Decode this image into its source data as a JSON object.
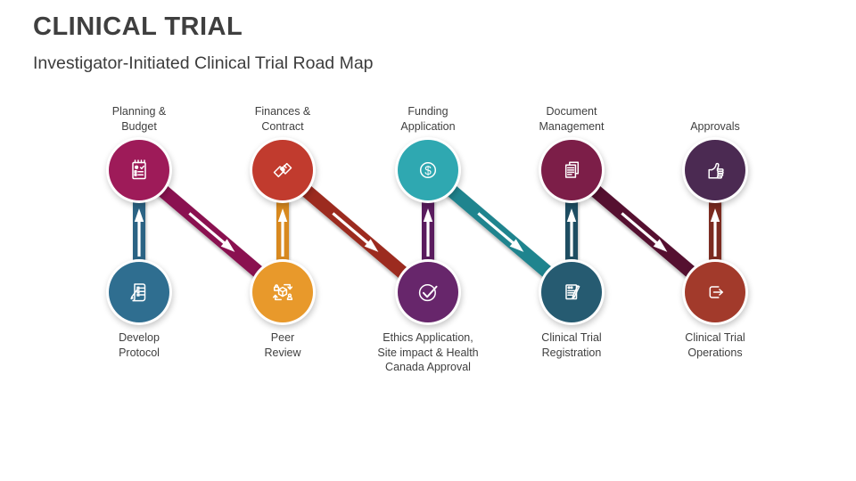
{
  "slide": {
    "title": "CLINICAL TRIAL",
    "subtitle": "Investigator-Initiated Clinical Trial Road Map",
    "text_color": "#3F3F3F",
    "background": "#FFFFFF"
  },
  "roadmap": {
    "arrow_color": "#FFFFFF",
    "vertical_arrow_direction": "up",
    "diagonal_arrow_direction": "down-right",
    "columns": [
      {
        "top": {
          "label": "Planning &\nBudget",
          "icon": "budget-checklist-icon",
          "color": "#9E1B59"
        },
        "bottom": {
          "label": "Develop\nProtocol",
          "icon": "protocol-document-icon",
          "color": "#2F6E90"
        },
        "up_color": "#2B6384",
        "diag_color": "#8A1150"
      },
      {
        "top": {
          "label": "Finances &\nContract",
          "icon": "handshake-icon",
          "color": "#C13B2E"
        },
        "bottom": {
          "label": "Peer\nReview",
          "icon": "peer-review-icon",
          "color": "#E8992B"
        },
        "up_color": "#D8891F",
        "diag_color": "#9C2B1F"
      },
      {
        "top": {
          "label": "Funding\nApplication",
          "icon": "dollar-coin-icon",
          "color": "#2FA8B1"
        },
        "bottom": {
          "label": "Ethics Application,\nSite impact & Health\nCanada Approval",
          "icon": "check-circle-icon",
          "color": "#67266B"
        },
        "up_color": "#5A1C5E",
        "diag_color": "#1F848E"
      },
      {
        "top": {
          "label": "Document\nManagement",
          "icon": "documents-icon",
          "color": "#7C1E48"
        },
        "bottom": {
          "label": "Clinical Trial\nRegistration",
          "icon": "registration-pencil-icon",
          "color": "#265B71"
        },
        "up_color": "#1E4D62",
        "diag_color": "#551030"
      },
      {
        "top": {
          "label": "Approvals",
          "icon": "thumbs-up-icon",
          "color": "#4B2A52"
        },
        "bottom": {
          "label": "Clinical Trial\nOperations",
          "icon": "exit-arrow-icon",
          "color": "#A23A2B"
        },
        "up_color": "#7B2B20"
      }
    ]
  }
}
